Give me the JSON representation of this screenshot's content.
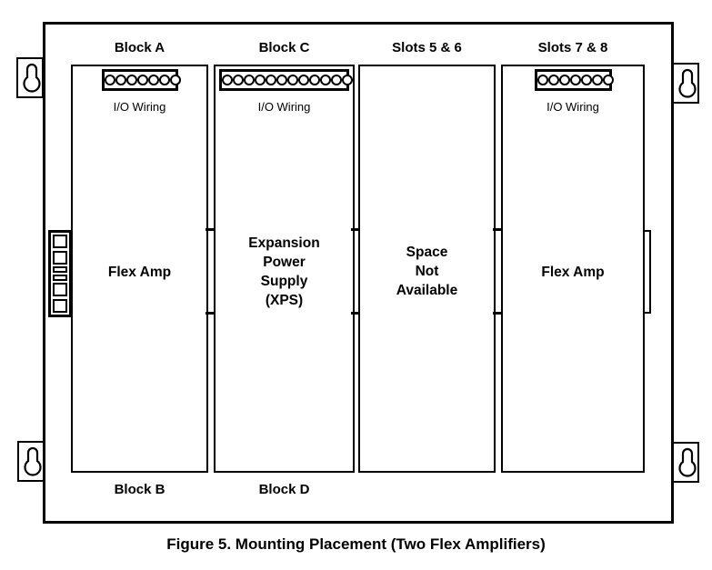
{
  "figure_caption": "Figure 5. Mounting Placement (Two Flex Amplifiers)",
  "colors": {
    "line": "#000000",
    "background": "#ffffff"
  },
  "panel": {
    "slots": [
      {
        "top_label": "Block A",
        "bottom_label": "Block B",
        "io_label": "I/O Wiring",
        "terminal_circles": 7,
        "body_lines": [
          "Flex Amp"
        ]
      },
      {
        "top_label": "Block C",
        "bottom_label": "Block D",
        "io_label": "I/O Wiring",
        "terminal_circles": 12,
        "body_lines": [
          "Expansion",
          "Power",
          "Supply",
          "(XPS)"
        ]
      },
      {
        "top_label": "Slots 5 & 6",
        "bottom_label": "",
        "io_label": "",
        "terminal_circles": 0,
        "body_lines": [
          "Space",
          "Not",
          "Available"
        ]
      },
      {
        "top_label": "Slots 7 & 8",
        "bottom_label": "",
        "io_label": "I/O Wiring",
        "terminal_circles": 7,
        "body_lines": [
          "Flex Amp"
        ]
      }
    ],
    "mounting_keyholes": 4
  }
}
